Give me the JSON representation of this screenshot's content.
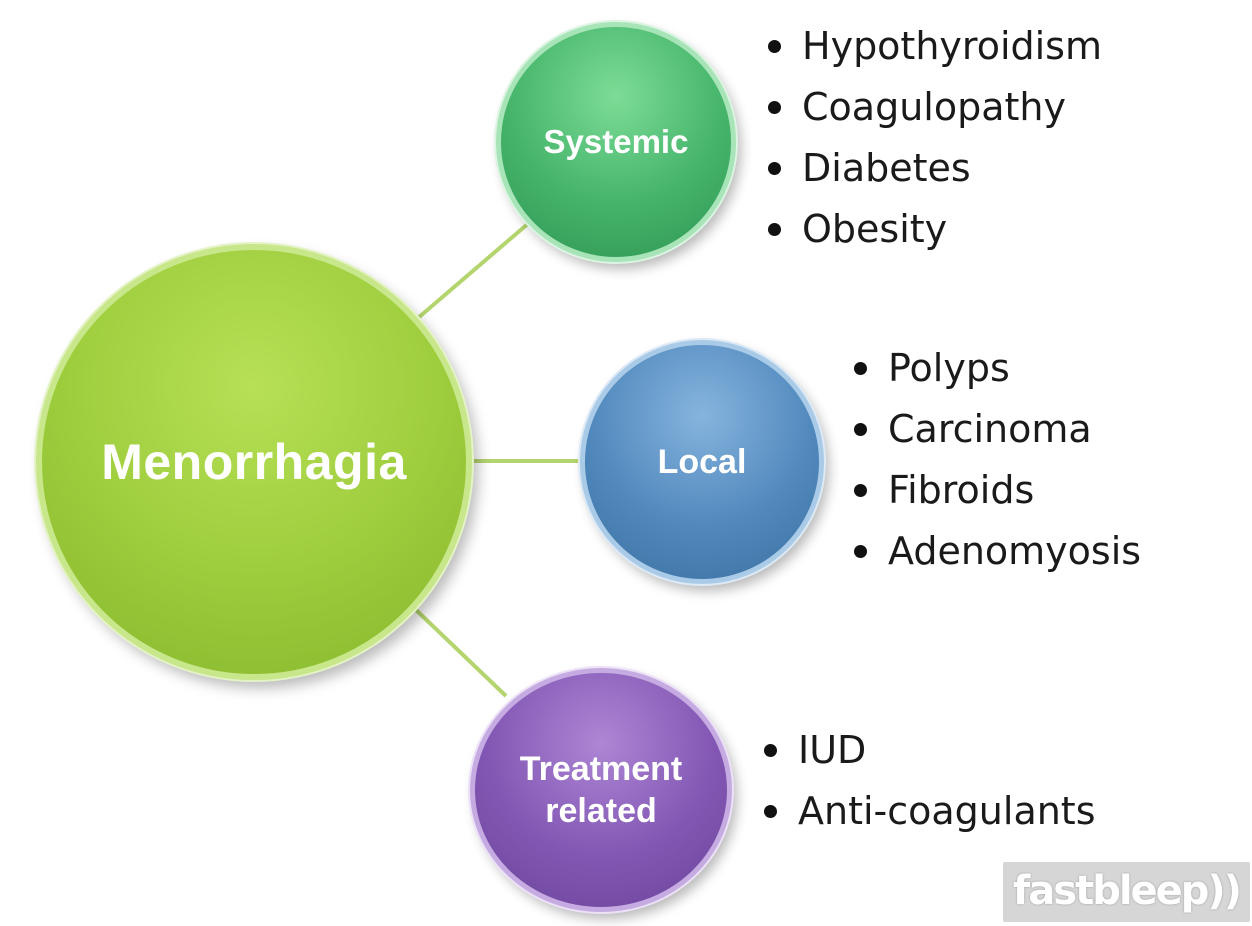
{
  "hub": {
    "label": "Menorrhagia"
  },
  "branches": [
    {
      "label": "Systemic",
      "items": [
        "Hypothyroidism",
        "Coagulopathy",
        "Diabetes",
        "Obesity"
      ]
    },
    {
      "label": "Local",
      "items": [
        "Polyps",
        "Carcinoma",
        "Fibroids",
        "Adenomyosis"
      ]
    },
    {
      "label_line1": "Treatment",
      "label_line2": "related",
      "items": [
        "IUD",
        "Anti-coagulants"
      ]
    }
  ],
  "logo": "fastbleep))",
  "colors": {
    "hub": "#9ccc3c",
    "systemic": "#45b46a",
    "local": "#5189bd",
    "treatment": "#8257b4",
    "connector": "#b4d46e"
  }
}
